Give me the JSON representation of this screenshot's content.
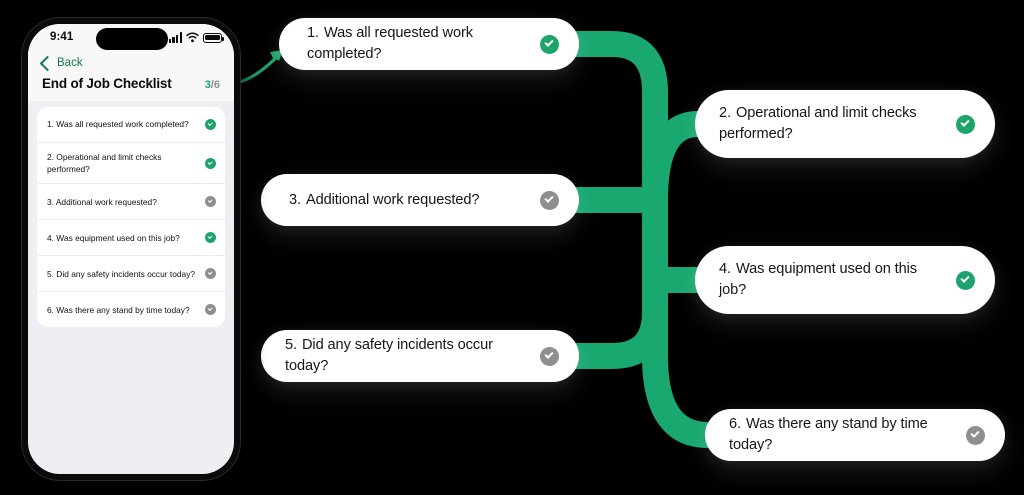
{
  "canvas": {
    "background": "#000000",
    "accent_green": "#1fa36c",
    "connector_green": "#19a86f",
    "pending_gray": "#8e8e93"
  },
  "phone": {
    "status_bar": {
      "time": "9:41",
      "icons": [
        "cellular-signal-icon",
        "wifi-icon",
        "battery-icon"
      ]
    },
    "nav": {
      "back_label": "Back",
      "back_icon": "chevron-left-icon"
    },
    "header": {
      "title": "End of Job Checklist",
      "progress_done": "3",
      "progress_total": "/6"
    },
    "checklist": [
      {
        "label": "1. Was all requested work completed?",
        "state": "done"
      },
      {
        "label": "2. Operational and limit checks performed?",
        "state": "done"
      },
      {
        "label": "3. Additional work requested?",
        "state": "pending"
      },
      {
        "label": "4. Was equipment used on this job?",
        "state": "done"
      },
      {
        "label": "5. Did any safety incidents occur today?",
        "state": "pending"
      },
      {
        "label": "6. Was there any stand by time today?",
        "state": "pending"
      }
    ]
  },
  "flow": {
    "nodes": [
      {
        "num": "1.",
        "text": "Was all requested work completed?",
        "state": "done"
      },
      {
        "num": "2.",
        "text": "Operational and limit checks performed?",
        "state": "done"
      },
      {
        "num": "3.",
        "text": "Additional work requested?",
        "state": "pending"
      },
      {
        "num": "4.",
        "text": "Was equipment used on this job?",
        "state": "done"
      },
      {
        "num": "5.",
        "text": "Did any safety incidents occur today?",
        "state": "pending"
      },
      {
        "num": "6.",
        "text": "Was there any stand by time today?",
        "state": "pending"
      }
    ],
    "pointer_arrow": "curved-arrow-icon"
  }
}
